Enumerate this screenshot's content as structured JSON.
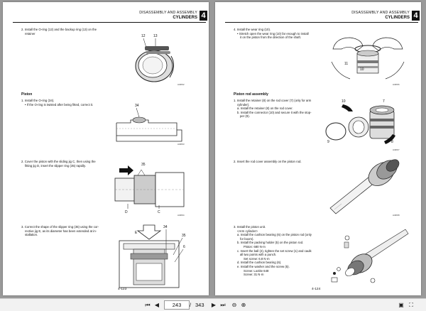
{
  "left_page": {
    "header_title": "DISASSEMBLY AND ASSEMBLY",
    "header_subtitle": "CYLINDERS",
    "chapter": "4",
    "step2_text_1": "2. Install the O-ring (12) and the backup ring (13) on the",
    "step2_text_2": "retainer",
    "fig1_labels": [
      "12",
      "13"
    ],
    "piston_heading": "Piston",
    "piston_step1": "1. Install the O-ring (34).",
    "piston_step1_note": "• If the O-ring is twisted after being fitted, correct it.",
    "fig2_label": "34",
    "piston_step2_1": "2. Cover the piston with the sliding jig C, then using the",
    "piston_step2_2": "fitting jig D, insert the slipper ring (35) rapidly.",
    "fig3_labels": [
      "35",
      "D",
      "C"
    ],
    "piston_step3_1": "3. Correct the shape of the slipper ring (35) using the cor-",
    "piston_step3_2": "rective jig E, as its diameter has been extended at in-",
    "piston_step3_3": "stallation.",
    "fig4_labels": [
      "E",
      "34",
      "35",
      "6"
    ],
    "page_number": "4-123"
  },
  "right_page": {
    "header_title": "DISASSEMBLY AND ASSEMBLY",
    "header_subtitle": "CYLINDERS",
    "chapter": "4",
    "step4_1": "4. Install the wear ring (10).",
    "step4_2": "• Stretch open the wear ring (10) far enough to install",
    "step4_3": "it on the piston from the direction of the shaft.",
    "fig1_labels": [
      "11",
      "10"
    ],
    "rod_heading": "Piston rod assembly",
    "rod_1": "1. Install the retainer (8) on the rod cover (7) (only for arm",
    "rod_2": "cylinder).",
    "rod_3": "a. Install the retainer (8) on the rod cover.",
    "rod_4": "b. Install the connector (10) and secure it with the stop-",
    "rod_5": "per (9).",
    "fig2_labels": [
      "10",
      "7",
      "8",
      "9"
    ],
    "rod_step2": "2. Insert the rod cover assembly on the piston rod.",
    "rod_step3_1": "3. Install the piston unit.",
    "rod_step3_2": "<Arm cylinder>",
    "rod_step3_3": "a. Install the cushion bearing (6) on the piston rod (only",
    "rod_step3_4": "for boom).",
    "rod_step3_5": "b. Install the packing holder (5) on the piston rod.",
    "rod_step3_6": "Piston: 680 N·m",
    "rod_step3_7": "c. Insert the ball (2), tighten the set screw (1) and caulk",
    "rod_step3_8": "all two points with a punch.",
    "rod_step3_9": "Set screw: 6.8 N·m",
    "rod_step3_10": "d. Install the cushion bearing (6).",
    "rod_step3_11": "e. Install the washer and the screw (5).",
    "rod_step3_12": "Screw: Loctite 648",
    "rod_step3_13": "Screw: 31 N·m",
    "page_number": "4-124"
  },
  "toolbar": {
    "first_icon": "first-page-icon",
    "prev_icon": "previous-page-icon",
    "current_page": "243",
    "separator": "/",
    "total_pages": "343",
    "next_icon": "next-page-icon",
    "last_icon": "last-page-icon",
    "zoom_icons": [
      "zoom-out-icon",
      "zoom-in-icon",
      "fit-icon",
      "fullscreen-icon"
    ]
  }
}
